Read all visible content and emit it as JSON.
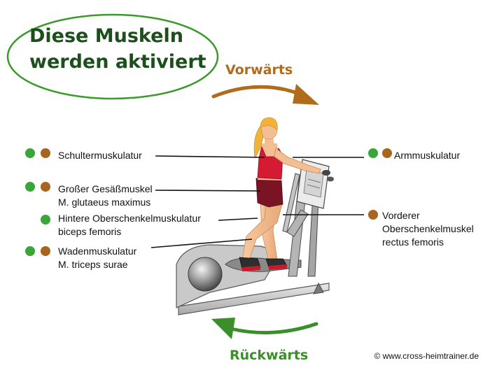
{
  "title": "Diese Muskeln werden aktiviert",
  "directions": {
    "forward": "Vorwärts",
    "backward": "Rückwärts"
  },
  "colors": {
    "forward": "#b06b1c",
    "backward": "#3a8f2a",
    "title_text": "#1d4f1d",
    "title_border": "#3a9a2a",
    "green_dot": "#3aa53a",
    "brown_dot": "#a9651c"
  },
  "muscles": [
    {
      "line1": "Schultermuskulatur",
      "line2": "",
      "forward": true,
      "backward": true
    },
    {
      "line1": "Großer Gesäßmuskel",
      "line2": "M. glutaeus maximus",
      "forward": true,
      "backward": true
    },
    {
      "line1": "Hintere Oberschenkelmuskulatur",
      "line2": "biceps femoris",
      "forward": false,
      "backward": true
    },
    {
      "line1": "Wadenmuskulatur",
      "line2": "M. triceps surae",
      "forward": true,
      "backward": true
    },
    {
      "line1": "Armmuskulatur",
      "line2": "",
      "forward": true,
      "backward": true
    },
    {
      "line1": "Vorderer",
      "line2": "Oberschenkelmuskel",
      "line3": "rectus femoris",
      "forward": true,
      "backward": false
    }
  ],
  "copyright": "© www.cross-heimtrainer.de"
}
